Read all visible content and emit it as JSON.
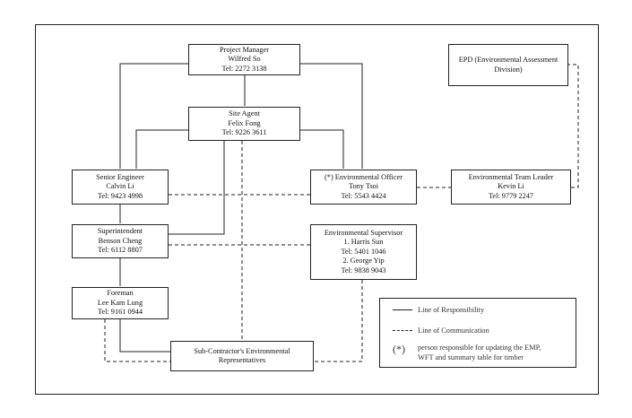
{
  "nodes": {
    "project_manager": {
      "lines": [
        "Project Manager",
        "Wilfred So",
        "Tel: 2272 3138"
      ]
    },
    "site_agent": {
      "lines": [
        "Site Agent",
        "Felix Fong",
        "Tel: 9226 3611"
      ]
    },
    "epd": {
      "lines": [
        "EPD (Environmental Assessment",
        "Division)"
      ]
    },
    "senior_engineer": {
      "lines": [
        "Senior Engineer",
        "Calvin Li",
        "Tel: 9423 4998"
      ]
    },
    "environmental_officer": {
      "lines": [
        "(*) Environmental Officer",
        "Tony Tsoi",
        "Tel: 5543 4424"
      ]
    },
    "environmental_team_leader": {
      "lines": [
        "Environmental Team Leader",
        "Kevin Li",
        "Tel: 9779 2247"
      ]
    },
    "superintendent": {
      "lines": [
        "Superintendent",
        "Benson Cheng",
        "Tel: 6112 8807"
      ]
    },
    "environmental_supervisor": {
      "lines": [
        "Environmental Supervisor",
        "1. Harris Sun",
        "Tel: 5401 1046",
        "2. George Yip",
        "Tel: 9838 9043"
      ]
    },
    "foreman": {
      "lines": [
        "Foreman",
        "Lee Kam Lung",
        "Tel: 9161 0944"
      ]
    },
    "subcontractor_rep": {
      "lines": [
        "Sub-Contractor's Environmental",
        "Representatives"
      ]
    }
  },
  "legend": {
    "responsibility": "Line of Responsibility",
    "communication": "Line of Communication",
    "marker": "(*)",
    "note_line1": "person responsible for updating the EMP,",
    "note_line2": "WFT and summary table for timber"
  }
}
